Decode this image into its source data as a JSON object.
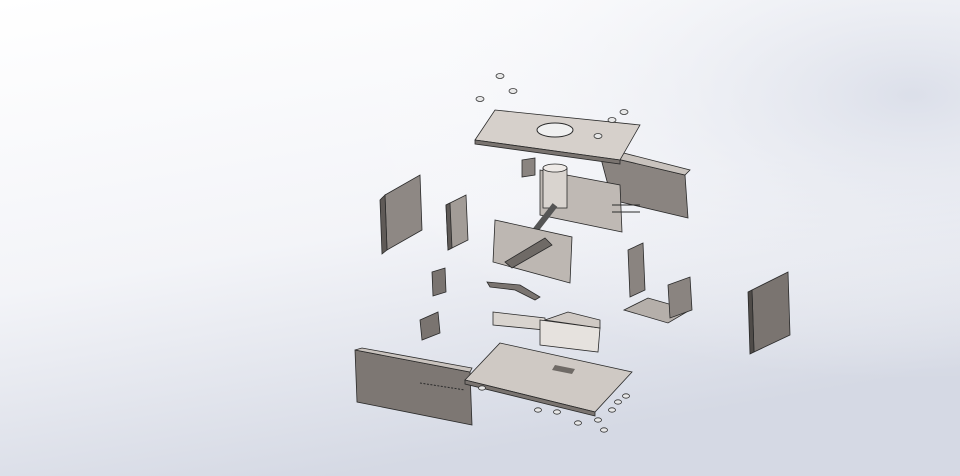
{
  "viewport": {
    "background_top": "#ffffff",
    "background_bottom": "#d7dbe6"
  },
  "colors": {
    "part_light": "#d6d0cb",
    "part_mid": "#a9a39e",
    "part_dark": "#6f6a66",
    "edge": "#2a2a2a"
  },
  "parts": [
    "top-plate",
    "back-channel",
    "left-side-panel",
    "left-bracket",
    "center-plate",
    "cylinder",
    "right-bracket",
    "floor-bracket",
    "right-side-panel",
    "front-panel",
    "base-plate",
    "linear-actuator",
    "small-brackets",
    "screws"
  ]
}
